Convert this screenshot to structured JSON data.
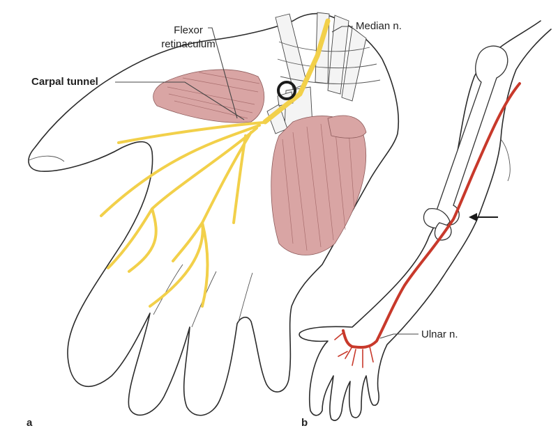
{
  "labels": {
    "flexor_line1": "Flexor",
    "flexor_line2": "retinaculum",
    "median": "Median n.",
    "carpal": "Carpal tunnel",
    "ulnar": "Ulnar n.",
    "panel_a": "a",
    "panel_b": "b"
  },
  "colors": {
    "median_nerve": "#f2d04a",
    "ulnar_nerve": "#c8392b",
    "muscle": "#d9a5a4",
    "outline": "#2b2b2b"
  },
  "icons": {
    "arrow": "arrow-left-icon",
    "marker": "ring-marker-icon"
  }
}
